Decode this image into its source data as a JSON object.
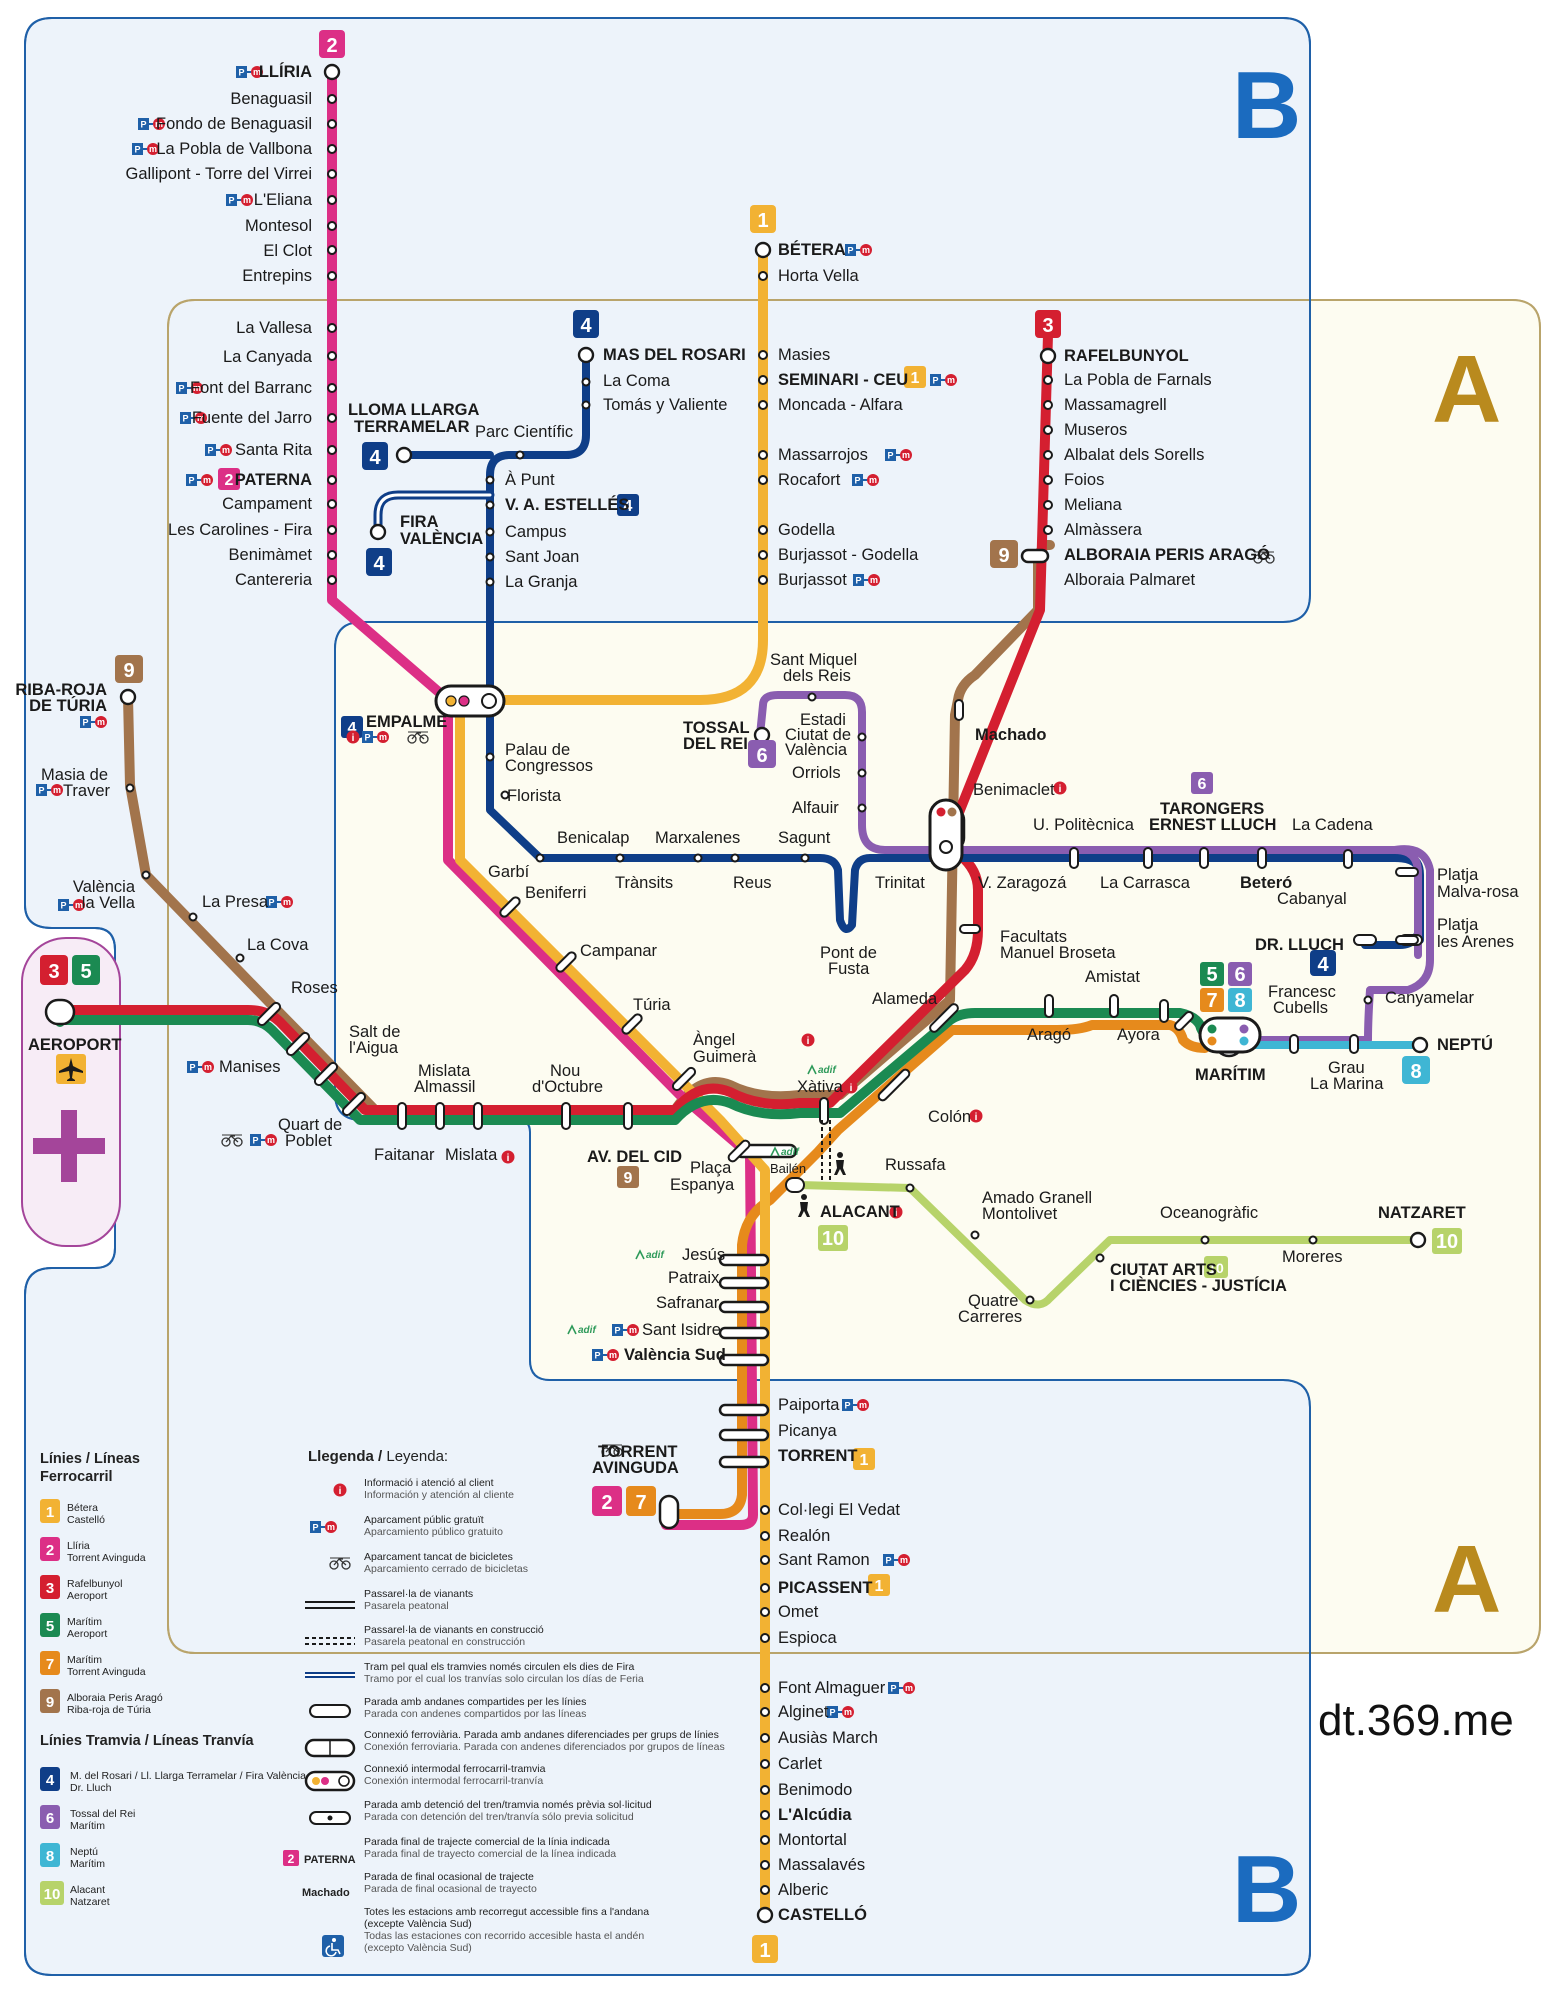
{
  "zones": {
    "a": "A",
    "b": "B"
  },
  "brand": "dt.369.me",
  "colors": {
    "l1": "#f2b233",
    "l2": "#dc2f86",
    "l3": "#d41f30",
    "l4": "#0f3e88",
    "l5": "#1b8a52",
    "l6": "#8a5db0",
    "l7": "#e68a1c",
    "l8": "#3fb6d4",
    "l9": "#a2744c",
    "l10": "#b7d36a",
    "zoneA": "#fdfcf1",
    "zoneAborder": "#b9a46b",
    "zoneB": "#edf3fa",
    "zoneBborder": "#1f60a8",
    "zoneBtext": "#1b6bbf",
    "zoneAtext": "#b98a1e",
    "plus": "#a4459a",
    "plusBg": "#f7ecf6"
  },
  "badges": {
    "l1": "1",
    "l2": "2",
    "l3": "3",
    "l4": "4",
    "l5": "5",
    "l6": "6",
    "l7": "7",
    "l8": "8",
    "l9": "9",
    "l10": "10"
  },
  "stations": {
    "liria": "LLÍRIA",
    "benaguasil": "Benaguasil",
    "fondo": "Fondo de Benaguasil",
    "pobla_vallbona": "La Pobla de Vallbona",
    "gallipont": "Gallipont - Torre del Virrei",
    "eliana": "L'Eliana",
    "montesol": "Montesol",
    "elclot": "El Clot",
    "entrepins": "Entrepins",
    "vallesa": "La Vallesa",
    "canyada": "La Canyada",
    "font_barranc": "Font del Barranc",
    "fuente_jarro": "Fuente del Jarro",
    "santa_rita": "Santa Rita",
    "paterna": "PATERNA",
    "campament": "Campament",
    "carolines": "Les Carolines - Fira",
    "benimamet": "Benimàmet",
    "cantereria": "Cantereria",
    "betera": "BÉTERA",
    "horta_vella": "Horta Vella",
    "masies": "Masies",
    "seminari": "SEMINARI - CEU",
    "moncada": "Moncada - Alfara",
    "massarrojos": "Massarrojos",
    "rocafort": "Rocafort",
    "godella": "Godella",
    "burjassot_godella": "Burjassot - Godella",
    "burjassot": "Burjassot",
    "rafelbunyol": "RAFELBUNYOL",
    "pobla_farnals": "La Pobla de Farnals",
    "massamagrell": "Massamagrell",
    "museros": "Museros",
    "albalat": "Albalat dels Sorells",
    "foios": "Foios",
    "meliana": "Meliana",
    "almassera": "Almàssera",
    "alboraia_peris": "ALBORAIA PERIS ARAGÓ",
    "alboraia_palmaret": "Alboraia Palmaret",
    "mas_rosari": "MAS DEL ROSARI",
    "la_coma": "La Coma",
    "tomas": "Tomás y Valiente",
    "lloma_1": "LLOMA LLARGA",
    "lloma_2": "TERRAMELAR",
    "parc_cientific": "Parc Científic",
    "a_punt": "À Punt",
    "va_estelles": "V. A. ESTELLÉS",
    "fira_1": "FIRA",
    "fira_2": "VALÈNCIA",
    "campus": "Campus",
    "sant_joan": "Sant Joan",
    "la_granja": "La Granja",
    "empalme": "EMPALME",
    "palau_1": "Palau de",
    "palau_2": "Congressos",
    "florista": "Florista",
    "garbi": "Garbí",
    "beniferri": "Beniferri",
    "campanar": "Campanar",
    "turia": "Túria",
    "angel_1": "Àngel",
    "angel_2": "Guimerà",
    "benicalap": "Benicalap",
    "transits": "Trànsits",
    "marxalenes": "Marxalenes",
    "reus": "Reus",
    "sagunt": "Sagunt",
    "pont_1": "Pont de",
    "pont_2": "Fusta",
    "trinitat": "Trinitat",
    "machado": "Machado",
    "benimaclet": "Benimaclet",
    "facultats_1": "Facultats",
    "facultats_2": "Manuel Broseta",
    "alameda": "Alameda",
    "colon": "Colón",
    "xativa": "Xàtiva",
    "bailen": "Bailén",
    "russafa": "Russafa",
    "alacant": "ALACANT",
    "placa_1": "Plaça",
    "placa_2": "Espanya",
    "sant_miquel_1": "Sant Miquel",
    "sant_miquel_2": "dels Reis",
    "tossal_1": "TOSSAL",
    "tossal_2": "DEL REI",
    "estadi_1": "Estadi",
    "estadi_2": "Ciutat de",
    "estadi_3": "València",
    "orriols": "Orriols",
    "alfauir": "Alfauir",
    "u_politecnica": "U. Politècnica",
    "tarongers_1": "TARONGERS",
    "tarongers_2": "ERNEST LLUCH",
    "la_cadena": "La Cadena",
    "v_zaragoza": "V. Zaragozá",
    "la_carrasca": "La Carrasca",
    "betero": "Beteró",
    "cabanyal": "Cabanyal",
    "malva_1": "Platja",
    "malva_2": "Malva-rosa",
    "arenes_1": "Platja",
    "arenes_2": "les Arenes",
    "dr_lluch": "DR. LLUCH",
    "canyamelar": "Canyamelar",
    "francesc_1": "Francesc",
    "francesc_2": "Cubells",
    "grau_1": "Grau",
    "grau_2": "La Marina",
    "neptu": "NEPTÚ",
    "maritim": "MARÍTIM",
    "amistat": "Amistat",
    "arago": "Aragó",
    "ayora": "Ayora",
    "riba_1": "RIBA-ROJA",
    "riba_2": "DE TÚRIA",
    "masia_1": "Masia de",
    "masia_2": "Traver",
    "valencia_vella_1": "València",
    "valencia_vella_2": "la Vella",
    "la_presa": "La Presa",
    "la_cova": "La Cova",
    "roses": "Roses",
    "salt_1": "Salt de",
    "salt_2": "l'Aigua",
    "manises": "Manises",
    "quart_1": "Quart de",
    "quart_2": "Poblet",
    "faitanar": "Faitanar",
    "mislata_alm_1": "Mislata",
    "mislata_alm_2": "Almassil",
    "mislata": "Mislata",
    "nou_1": "Nou",
    "nou_2": "d'Octubre",
    "av_cid": "AV. DEL CID",
    "aeroport": "AEROPORT",
    "amado_1": "Amado Granell",
    "amado_2": "Montolivet",
    "quatre_1": "Quatre",
    "quatre_2": "Carreres",
    "oceanografic": "Oceanogràfic",
    "moreres": "Moreres",
    "natzaret": "NATZARET",
    "ciutat_arts_1": "CIUTAT ARTS",
    "ciutat_arts_2": "I CIÈNCIES - JUSTÍCIA",
    "jesus": "Jesús",
    "patraix": "Patraix",
    "safranar": "Safranar",
    "sant_isidre": "Sant Isidre",
    "valencia_sud": "València Sud",
    "paiporta": "Paiporta",
    "picanya": "Picanya",
    "torrent": "TORRENT",
    "torrent_av_1": "TORRENT",
    "torrent_av_2": "AVINGUDA",
    "collegi": "Col·legi El Vedat",
    "realon": "Realón",
    "sant_ramon": "Sant Ramon",
    "picassent": "PICASSENT",
    "omet": "Omet",
    "espioca": "Espioca",
    "font_almaguer": "Font Almaguer",
    "alginet": "Alginet",
    "ausias": "Ausiàs March",
    "carlet": "Carlet",
    "benimodo": "Benimodo",
    "alcudia": "L'Alcúdia",
    "montortal": "Montortal",
    "massalaves": "Massalavés",
    "alberic": "Alberic",
    "castello": "CASTELLÓ"
  },
  "legend": {
    "title": "Llegenda",
    "title_es": "Leyenda:",
    "items": [
      {
        "ca": "Informació i atenció al client",
        "es": "Información y atención al cliente"
      },
      {
        "ca": "Aparcament públic gratuït",
        "es": "Aparcamiento público gratuito"
      },
      {
        "ca": "Aparcament tancat de bicicletes",
        "es": "Aparcamiento cerrado de bicicletas"
      },
      {
        "ca": "Passarel·la de vianants",
        "es": "Pasarela peatonal"
      },
      {
        "ca": "Passarel·la de vianants en construcció",
        "es": "Pasarela peatonal en construcción"
      },
      {
        "ca": "Tram pel qual els tramvies només circulen els dies de Fira",
        "es": "Tramo por el cual los tranvías solo circulan los días de Feria"
      },
      {
        "ca": "Parada amb andanes compartides per les línies",
        "es": "Parada con andenes compartidos por las líneas"
      },
      {
        "ca": "Connexió ferroviària. Parada amb andanes diferenciades per grups de línies",
        "es": "Conexión ferroviaria. Parada con andenes diferenciados por grupos de líneas"
      },
      {
        "ca": "Connexió intermodal ferrocarril-tramvia",
        "es": "Conexión intermodal ferrocarril-tranvía"
      },
      {
        "ca": "Parada amb detenció del tren/tramvia només prèvia sol·licitud",
        "es": "Parada con detención del tren/tranvía sólo previa solicitud"
      },
      {
        "ca": "Parada final de trajecte comercial de la línia indicada",
        "es": "Parada final de trayecto comercial de la línea indicada"
      },
      {
        "ca": "Parada de final ocasional de trajecte",
        "es": "Parada de final ocasional de trayecto"
      },
      {
        "ca": "Totes les estacions amb recorregut accessible fins a l'andana",
        "ca2": "(excepte València Sud)",
        "es": "Todas las estaciones con recorrido accesible hasta el andén",
        "es2": "(excepto València Sud)"
      }
    ],
    "sample_paterna": "PATERNA",
    "sample_machado": "Machado"
  },
  "line_lists": {
    "ferro_title_1": "Línies / Líneas",
    "ferro_title_2": "Ferrocarril",
    "ferro": [
      {
        "n": "1",
        "a": "Bétera",
        "b": "Castelló"
      },
      {
        "n": "2",
        "a": "Llíria",
        "b": "Torrent Avinguda"
      },
      {
        "n": "3",
        "a": "Rafelbunyol",
        "b": "Aeroport"
      },
      {
        "n": "5",
        "a": "Marítim",
        "b": "Aeroport"
      },
      {
        "n": "7",
        "a": "Marítim",
        "b": "Torrent Avinguda"
      },
      {
        "n": "9",
        "a": "Alboraia Peris Aragó",
        "b": "Riba-roja de Túria"
      }
    ],
    "tram_title": "Línies Tramvia / Líneas Tranvía",
    "tram": [
      {
        "n": "4",
        "a": "M. del Rosari / Ll. Llarga Terramelar / Fira València",
        "b": "Dr. Lluch"
      },
      {
        "n": "6",
        "a": "Tossal del Rei",
        "b": "Marítim"
      },
      {
        "n": "8",
        "a": "Neptú",
        "b": "Marítim"
      },
      {
        "n": "10",
        "a": "Alacant",
        "b": "Natzaret"
      }
    ]
  },
  "icons": {
    "parking": "parking-metro-icon",
    "info": "info-icon",
    "bike": "bike-parking-icon",
    "plane": "airplane-icon",
    "adif": "adif-logo",
    "walk": "pedestrian-icon",
    "access": "wheelchair-icon"
  },
  "pm": {
    "p": "P",
    "m": "m",
    "i": "i",
    "adif": "adif"
  }
}
